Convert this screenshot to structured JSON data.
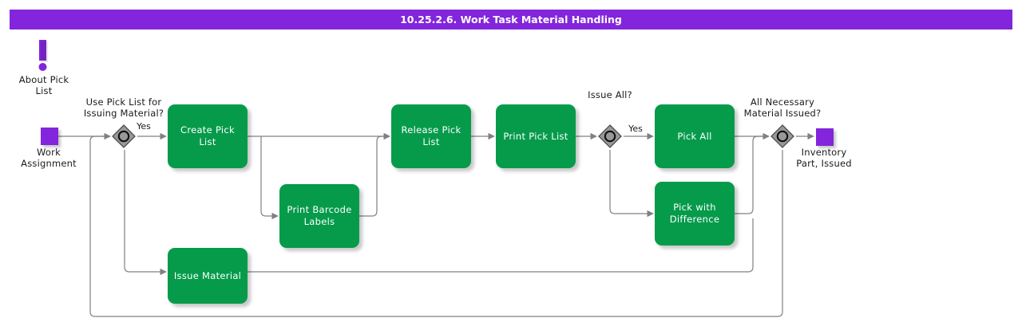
{
  "title": "10.25.2.6. Work Task Material Handling",
  "colors": {
    "title_bar": "#8225dc",
    "event": "#8225dc",
    "task": "#059b4b",
    "gateway_fill": "#999999",
    "connector": "#808080",
    "text_dark": "#1a1a1a",
    "task_text": "#ffffff",
    "background": "#ffffff"
  },
  "annotations": [
    {
      "name": "about-pick-list",
      "icon": "exclamation-icon",
      "label": "About Pick\nList"
    }
  ],
  "events": [
    {
      "name": "start-event-work-assignment",
      "label": "Work\nAssignment",
      "type": "start"
    },
    {
      "name": "end-event-inventory-part-issued",
      "label": "Inventory\nPart, Issued",
      "type": "end"
    }
  ],
  "gateways": [
    {
      "name": "gateway-use-pick-list",
      "label": "Use Pick List for\nIssuing Material?",
      "branch_label": "Yes"
    },
    {
      "name": "gateway-issue-all",
      "label": "Issue All?",
      "branch_label": "Yes"
    },
    {
      "name": "gateway-all-necessary-material-issued",
      "label": "All Necessary\nMaterial Issued?",
      "branch_label": ""
    }
  ],
  "tasks": [
    {
      "name": "task-create-pick-list",
      "label": "Create Pick List"
    },
    {
      "name": "task-print-barcode-labels",
      "label": "Print Barcode\nLabels"
    },
    {
      "name": "task-issue-material",
      "label": "Issue Material"
    },
    {
      "name": "task-release-pick-list",
      "label": "Release Pick List"
    },
    {
      "name": "task-print-pick-list",
      "label": "Print Pick List"
    },
    {
      "name": "task-pick-all",
      "label": "Pick All"
    },
    {
      "name": "task-pick-with-difference",
      "label": "Pick with\nDifference"
    }
  ],
  "branch_labels": {
    "use_pick_list_yes": "Yes",
    "issue_all_yes": "Yes"
  }
}
